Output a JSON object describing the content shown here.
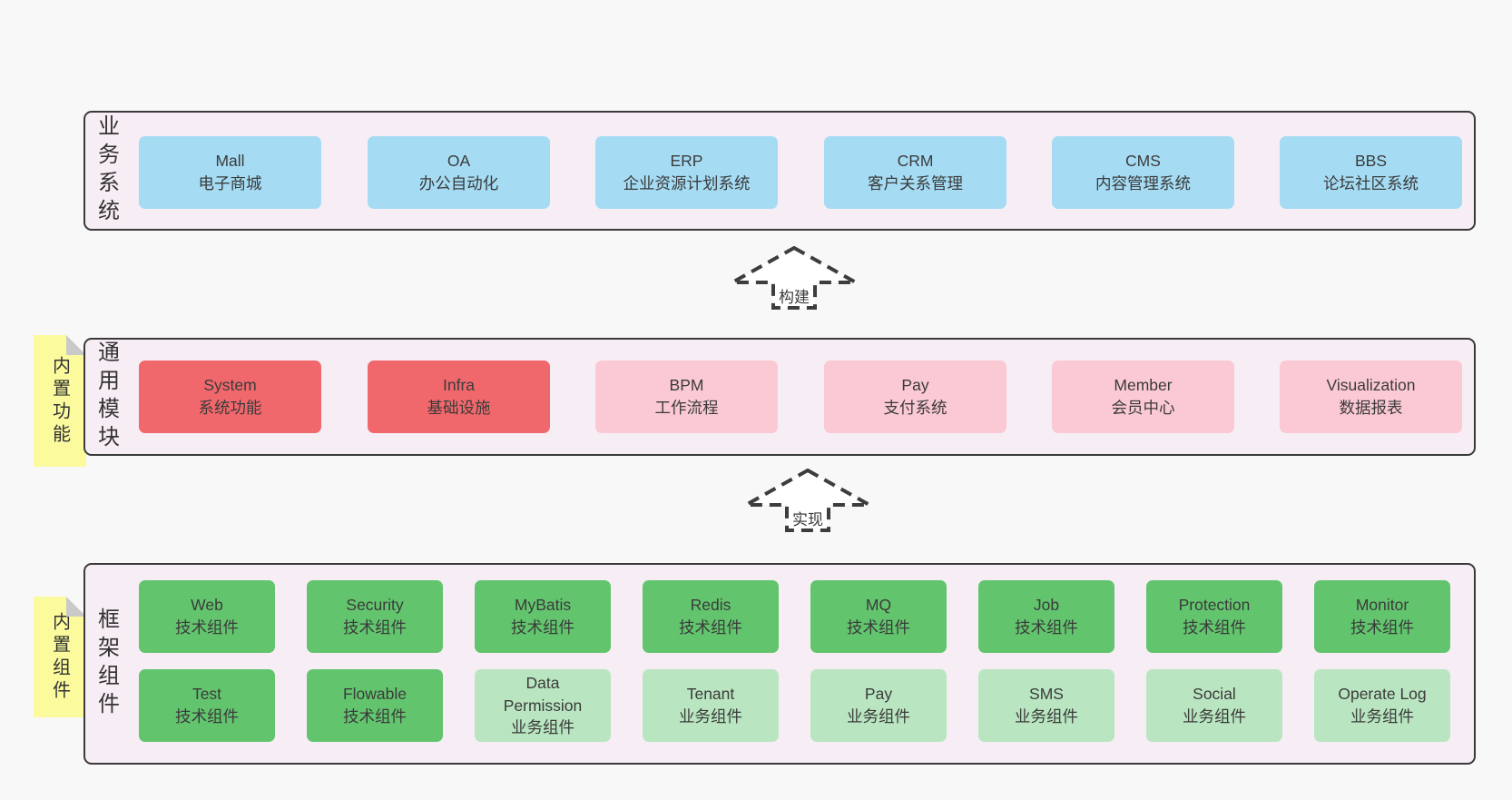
{
  "diagram": {
    "palette": {
      "page_bg": "#f8f8f8",
      "panel_bg": "#f7edf5",
      "panel_border": "#3a3a3a",
      "blue": "#a5dcf4",
      "red": "#f1686c",
      "pink": "#fbc9d4",
      "green_dark": "#62c56e",
      "green_light": "#b9e6c1",
      "sticky_yellow": "#fbfb9e",
      "sticky_fold": "#c9c9c9",
      "text": "#3b3b3b"
    },
    "business": {
      "label": "业务系统",
      "boxes": [
        {
          "title": "Mall",
          "subtitle": "电子商城"
        },
        {
          "title": "OA",
          "subtitle": "办公自动化"
        },
        {
          "title": "ERP",
          "subtitle": "企业资源计划系统"
        },
        {
          "title": "CRM",
          "subtitle": "客户关系管理"
        },
        {
          "title": "CMS",
          "subtitle": "内容管理系统"
        },
        {
          "title": "BBS",
          "subtitle": "论坛社区系统"
        }
      ]
    },
    "arrow_build": {
      "label": "构建"
    },
    "modules": {
      "label": "通用模块",
      "sticky": "内置功能",
      "boxes": [
        {
          "title": "System",
          "subtitle": "系统功能"
        },
        {
          "title": "Infra",
          "subtitle": "基础设施"
        },
        {
          "title": "BPM",
          "subtitle": "工作流程"
        },
        {
          "title": "Pay",
          "subtitle": "支付系统"
        },
        {
          "title": "Member",
          "subtitle": "会员中心"
        },
        {
          "title": "Visualization",
          "subtitle": "数据报表"
        }
      ]
    },
    "arrow_implement": {
      "label": "实现"
    },
    "components": {
      "label": "框架组件",
      "sticky": "内置组件",
      "row1": [
        {
          "title": "Web",
          "subtitle": "技术组件"
        },
        {
          "title": "Security",
          "subtitle": "技术组件"
        },
        {
          "title": "MyBatis",
          "subtitle": "技术组件"
        },
        {
          "title": "Redis",
          "subtitle": "技术组件"
        },
        {
          "title": "MQ",
          "subtitle": "技术组件"
        },
        {
          "title": "Job",
          "subtitle": "技术组件"
        },
        {
          "title": "Protection",
          "subtitle": "技术组件"
        },
        {
          "title": "Monitor",
          "subtitle": "技术组件"
        }
      ],
      "row2": [
        {
          "title": "Test",
          "subtitle": "技术组件"
        },
        {
          "title": "Flowable",
          "subtitle": "技术组件"
        },
        {
          "title": "Data Permission",
          "subtitle": "业务组件"
        },
        {
          "title": "Tenant",
          "subtitle": "业务组件"
        },
        {
          "title": "Pay",
          "subtitle": "业务组件"
        },
        {
          "title": "SMS",
          "subtitle": "业务组件"
        },
        {
          "title": "Social",
          "subtitle": "业务组件"
        },
        {
          "title": "Operate Log",
          "subtitle": "业务组件"
        }
      ]
    }
  }
}
